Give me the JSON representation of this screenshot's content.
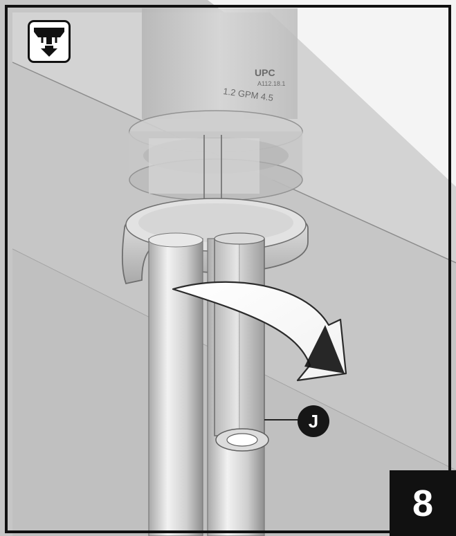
{
  "step": {
    "number": "8"
  },
  "callout": {
    "label": "J"
  },
  "aerator_marking": {
    "brand": "UPC",
    "line2": "A112.18.1",
    "flow": "1.2 GPM 4.5"
  },
  "icons": {
    "corner": "under-sink-install-icon",
    "rotate": "curved-rotate-arrow-icon"
  },
  "colors": {
    "border": "#111111",
    "background": "#c8c8c8",
    "badge": "#111111"
  }
}
